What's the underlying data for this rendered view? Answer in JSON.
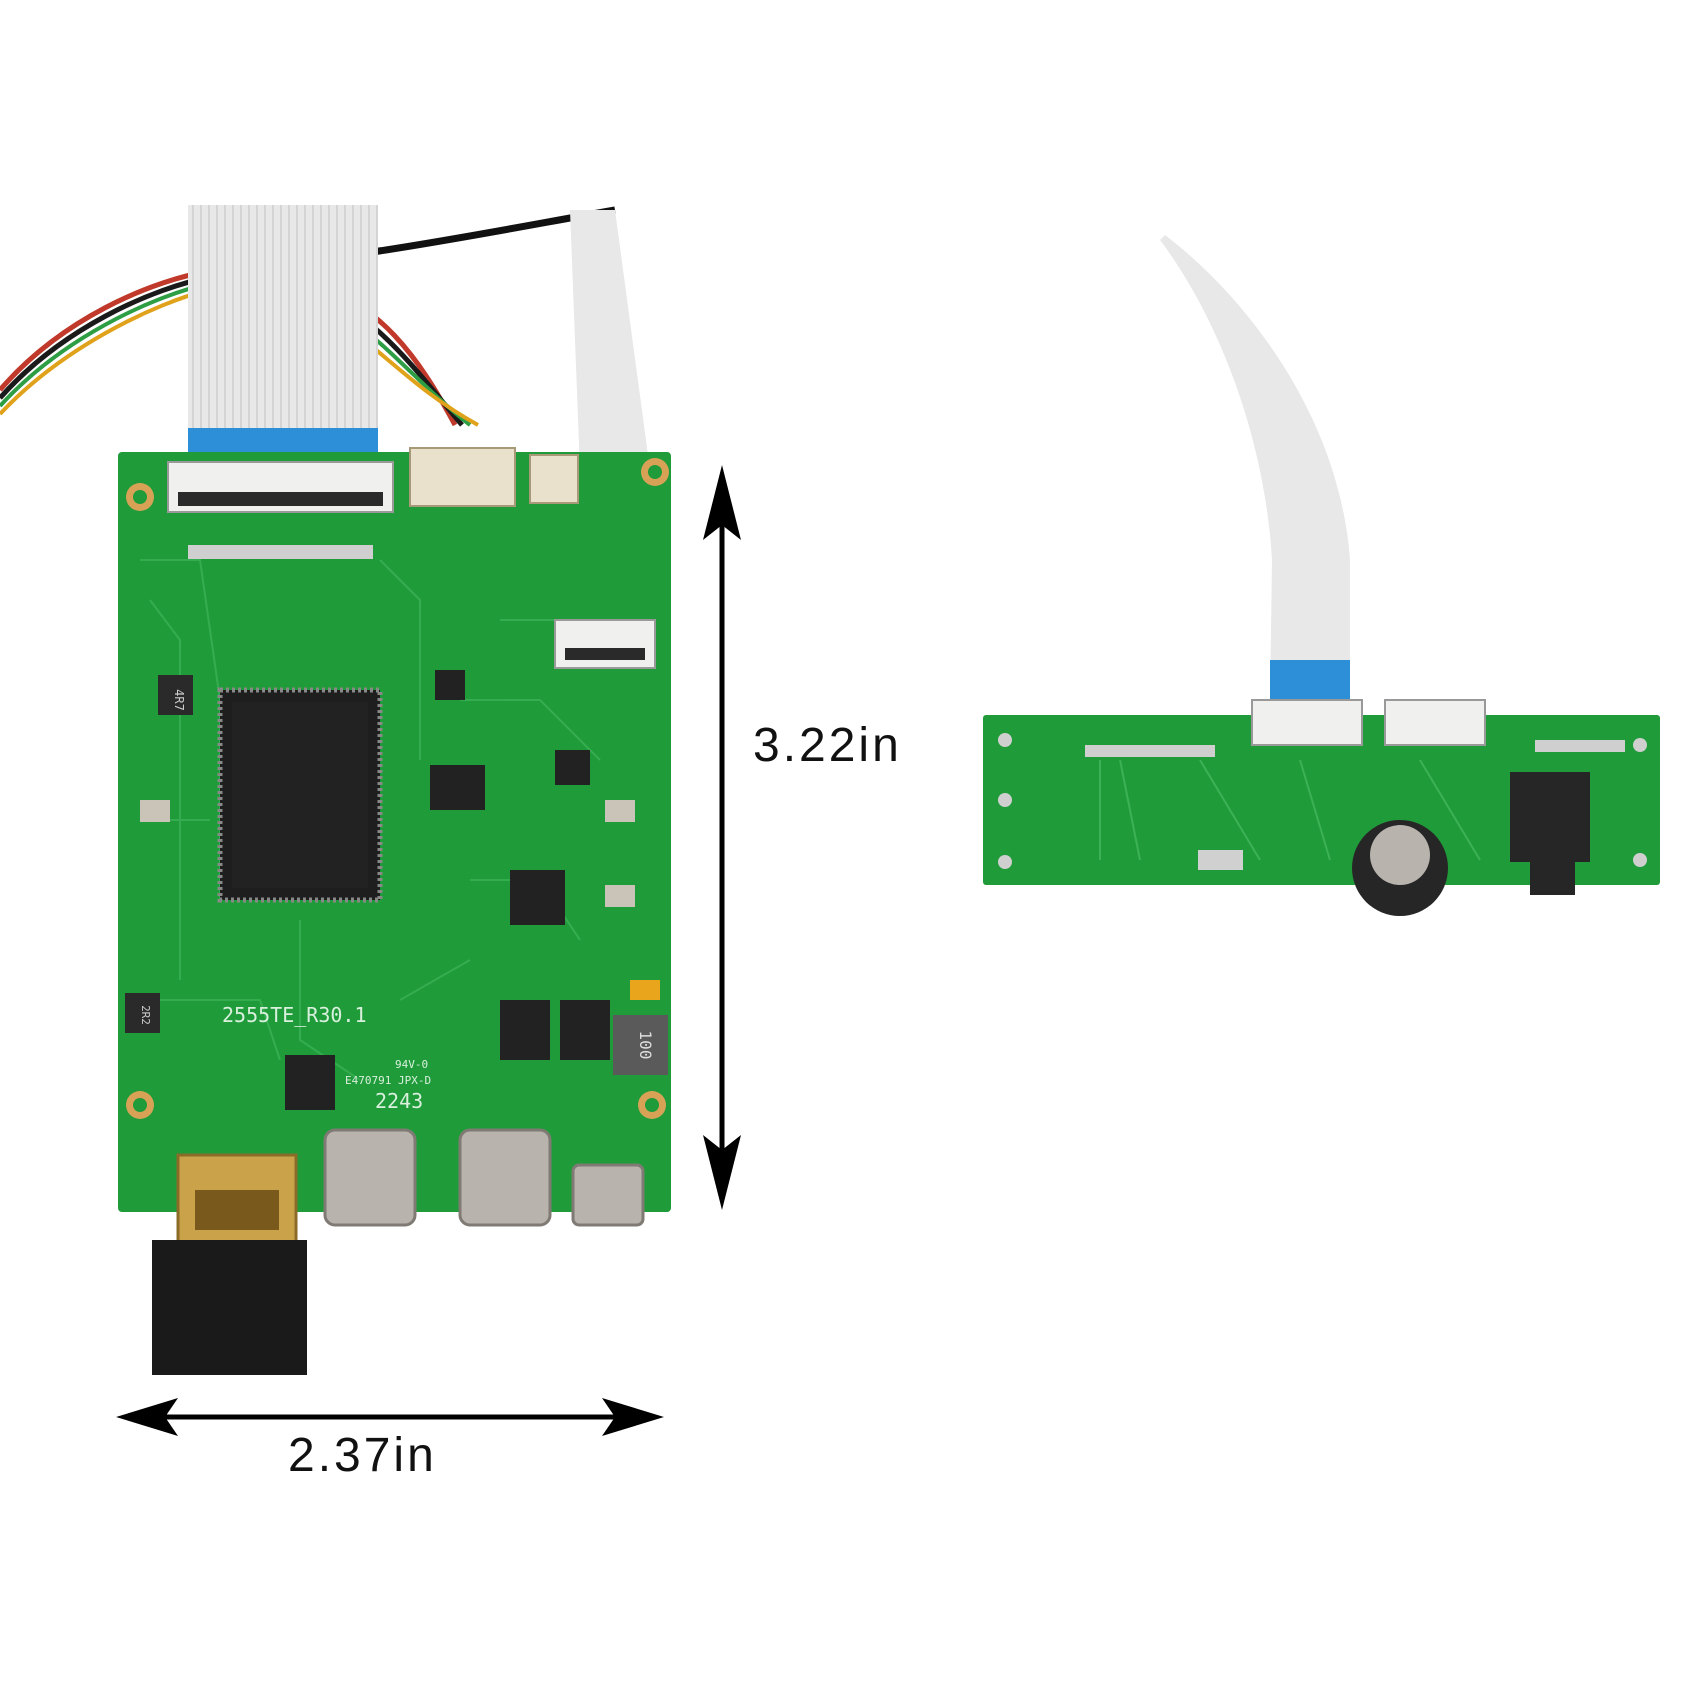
{
  "dimensions": {
    "width_label": "2.37in",
    "height_label": "3.22in"
  },
  "main_board": {
    "silkscreen_model": "2555TE_R30.1",
    "silkscreen_cert": "E470791 JPX-D",
    "silkscreen_rating": "94V-0",
    "silkscreen_date": "2243",
    "inductor_1": "4R7",
    "inductor_2": "100",
    "inductor_3": "2R2"
  },
  "colors": {
    "background": "#ffffff",
    "pcb_green": "#1f9b3a",
    "pcb_trace": "#3cb156",
    "ribbon": "#e6e6e6",
    "ribbon_tip": "#2d8fd8",
    "chip": "#1e1e1e",
    "metal": "#b8b4ad",
    "gold": "#c9a24a",
    "arrow": "#000000"
  },
  "icons": {
    "width_arrow": "double-arrow-horizontal",
    "height_arrow": "double-arrow-vertical"
  }
}
